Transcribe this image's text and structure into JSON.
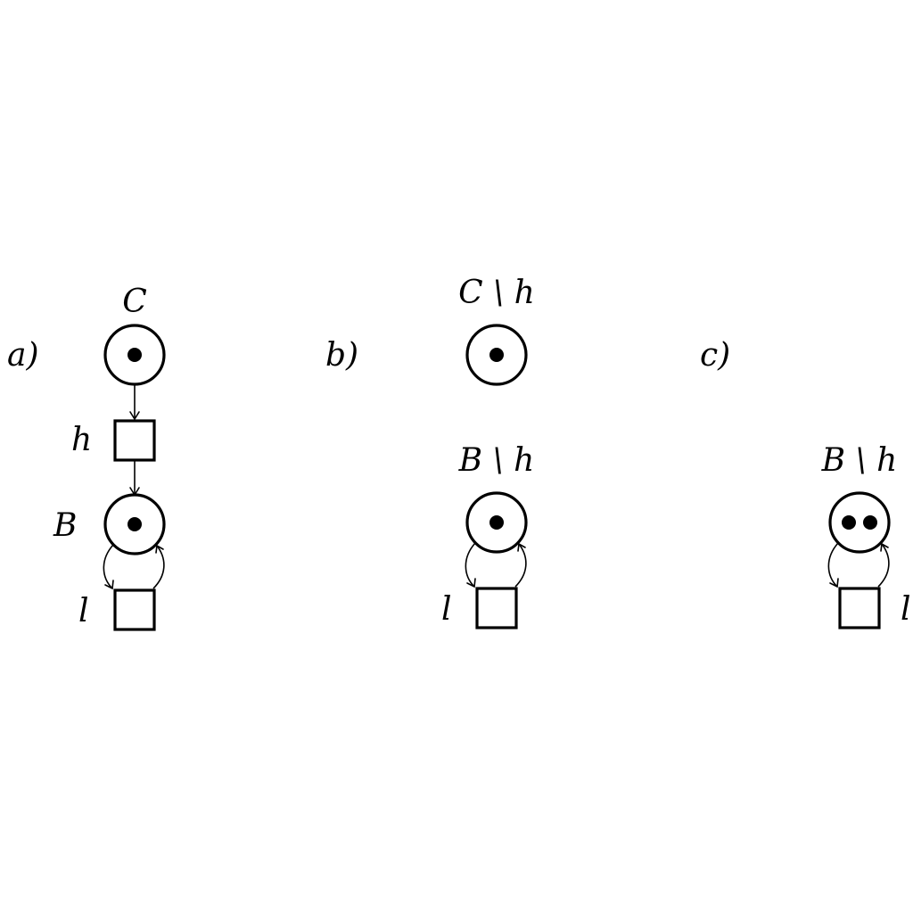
{
  "panels": {
    "a": {
      "tag": "a)",
      "place_top": {
        "label": "C",
        "tokens": 1
      },
      "transition_mid": {
        "label": "h"
      },
      "place_bottom": {
        "label": "B",
        "tokens": 1
      },
      "transition_loop": {
        "label": "l"
      }
    },
    "b": {
      "tag": "b)",
      "place_top": {
        "label": "C \\ h",
        "tokens": 1
      },
      "place_bottom": {
        "label": "B \\ h",
        "tokens": 1
      },
      "transition_loop": {
        "label": "l"
      }
    },
    "c": {
      "tag": "c)",
      "place_bottom": {
        "label": "B \\ h",
        "tokens": 2
      },
      "transition_loop": {
        "label": "l"
      }
    }
  }
}
